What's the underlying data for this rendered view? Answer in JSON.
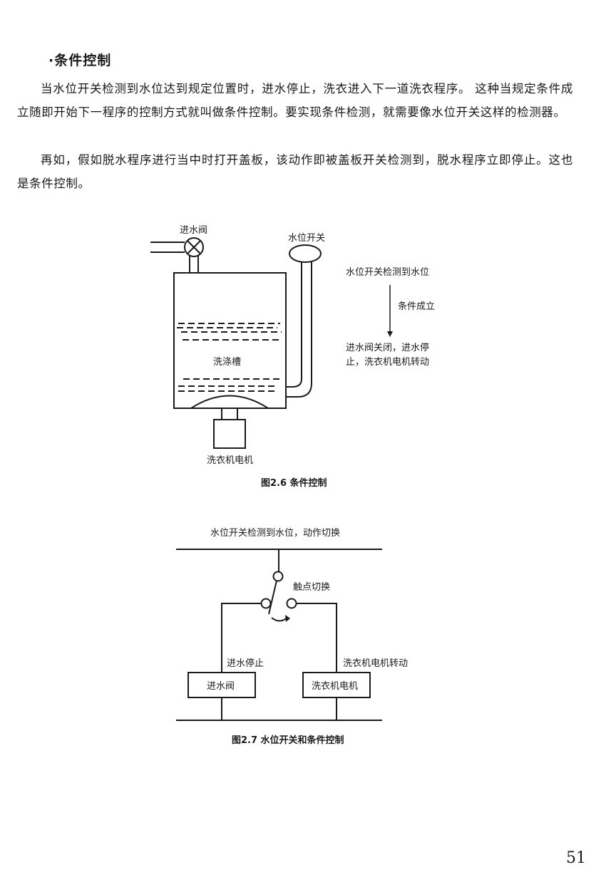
{
  "section": {
    "heading": "·条件控制",
    "paragraphs": [
      "当水位开关检测到水位达到规定位置时，进水停止，洗衣进入下一道洗衣程序。 这种当规定条件成立随即开始下一程序的控制方式就叫做条件控制。要实现条件检测，就需要像水位开关这样的检测器。",
      "再如，假如脱水程序进行当中时打开盖板，该动作即被盖板开关检测到，脱水程序立即停止。这也是条件控制。"
    ]
  },
  "figure_2_6": {
    "labels": {
      "inlet_valve": "进水阀",
      "level_switch": "水位开关",
      "tub": "洗涤槽",
      "motor": "洗衣机电机"
    },
    "flow": {
      "start": "水位开关检测到水位",
      "condition": "条件成立",
      "result_line1": "进水阀关闭，进水停",
      "result_line2": "止，洗衣机电机转动"
    },
    "caption": "图2.6 条件控制"
  },
  "figure_2_7": {
    "top_label": "水位开关检测到水位，动作切换",
    "contact_label": "触点切换",
    "left_state": "进水停止",
    "right_state": "洗衣机电机转动",
    "left_box": "进水阀",
    "right_box": "洗衣机电机",
    "caption": "图2.7 水位开关和条件控制"
  },
  "page_number": "51"
}
